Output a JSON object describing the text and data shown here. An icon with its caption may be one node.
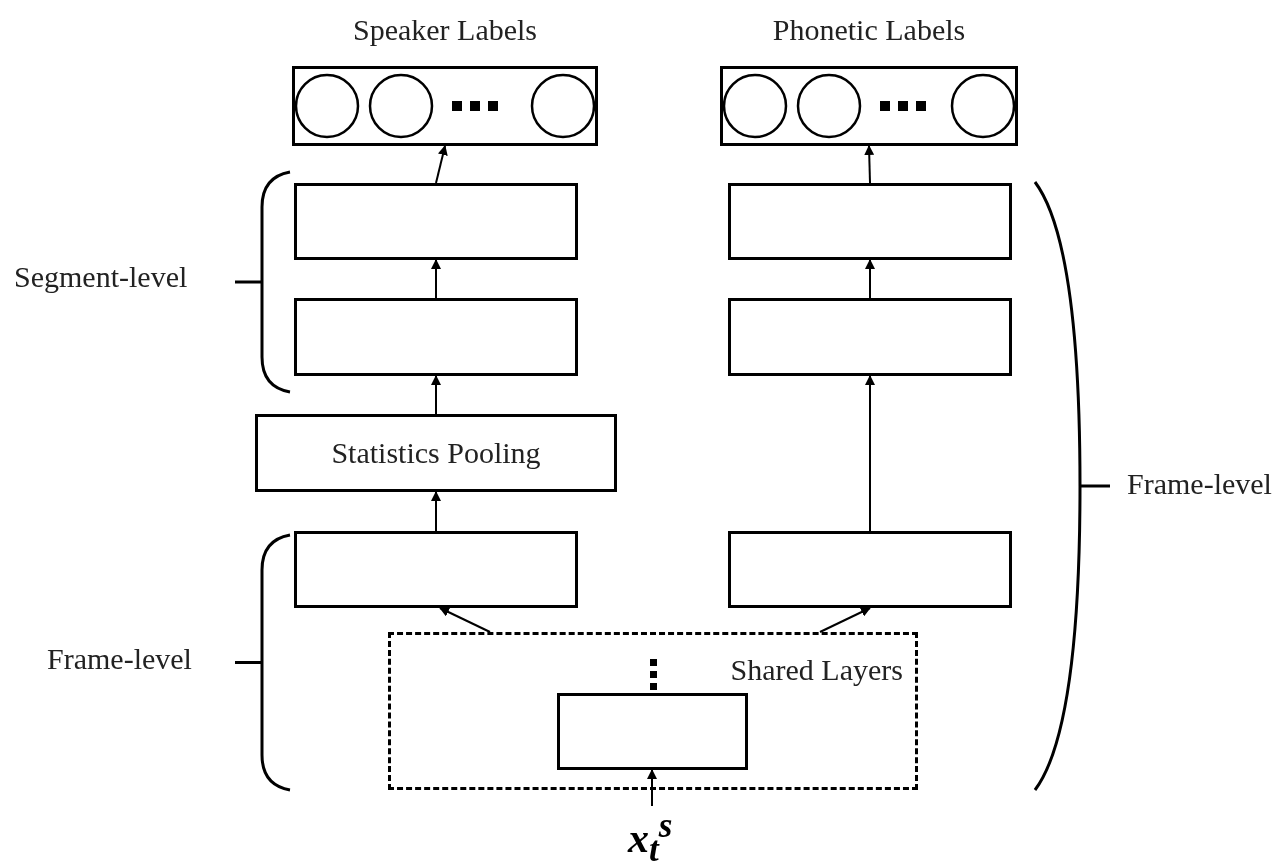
{
  "diagram": {
    "nodes": [
      {
        "text": [
          "Speaker Labels"
        ]
      },
      {
        "text": [
          "Phonetic Labels"
        ]
      },
      {
        "text": [],
        "shape": "box"
      },
      {
        "text": [],
        "shape": "box"
      },
      {
        "text": [],
        "shape": "box"
      },
      {
        "text": [],
        "shape": "box"
      },
      {
        "text": [
          "Statistics Pooling"
        ]
      },
      {
        "text": [],
        "shape": "box"
      },
      {
        "text": [],
        "shape": "box"
      },
      {
        "text": [
          "Shared Layers"
        ]
      },
      {
        "text": [],
        "shape": "box",
        "in": 9
      },
      {
        "text": [
          "*x*$_{t}$$^{s}$"
        ]
      }
    ],
    "edges": [
      {
        "from": 11,
        "to": 10,
        "arrow": "to"
      },
      {
        "from": 9,
        "to": 7,
        "arrow": "to"
      },
      {
        "from": 9,
        "to": 8,
        "arrow": "to"
      },
      {
        "from": 7,
        "to": 6,
        "arrow": "to"
      },
      {
        "from": 6,
        "to": 4,
        "arrow": "to"
      },
      {
        "from": 4,
        "to": 2,
        "arrow": "to"
      },
      {
        "from": 2,
        "to": 0,
        "arrow": "to"
      },
      {
        "from": 8,
        "to": 5,
        "arrow": "to"
      },
      {
        "from": 5,
        "to": 3,
        "arrow": "to"
      },
      {
        "from": 3,
        "to": 1,
        "arrow": "to"
      }
    ],
    "labels": [
      "Segment-level",
      "Frame-level",
      "Frame-level"
    ]
  }
}
